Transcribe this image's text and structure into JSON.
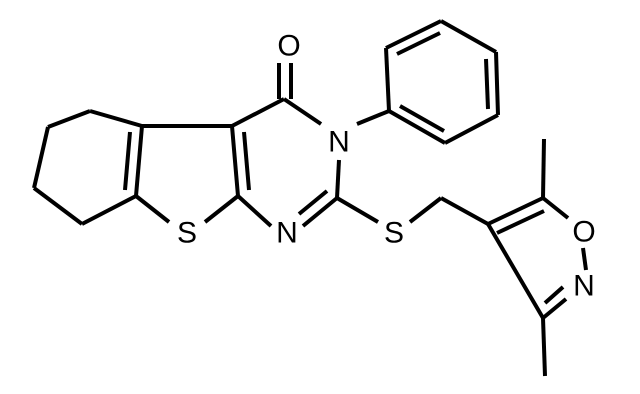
{
  "molecule": {
    "atoms": {
      "oxygen_carbonyl": "O",
      "nitrogen_3": "N",
      "sulfur_ring": "S",
      "nitrogen_1": "N",
      "sulfur_thioether": "S",
      "oxygen_isoxazole": "O",
      "nitrogen_isoxazole": "N"
    }
  }
}
